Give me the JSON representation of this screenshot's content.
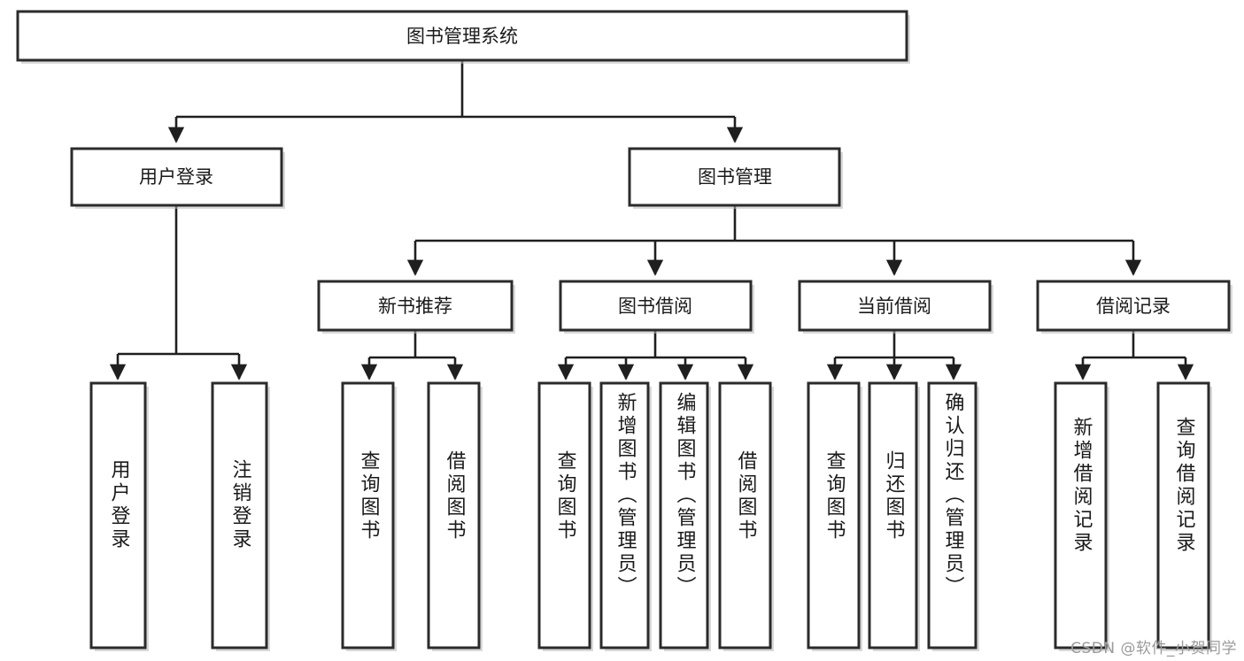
{
  "diagram": {
    "title": "图书管理系统",
    "type": "tree",
    "orientation": "top-down",
    "colors": {
      "box_stroke": "#2b2b2b",
      "box_fill": "#ffffff",
      "connector": "#1f1f1f",
      "watermark": "#9b9b9b"
    },
    "root": {
      "label": "图书管理系统"
    },
    "level2": [
      {
        "label": "用户登录"
      },
      {
        "label": "图书管理"
      }
    ],
    "level3": [
      {
        "label": "新书推荐"
      },
      {
        "label": "图书借阅"
      },
      {
        "label": "当前借阅"
      },
      {
        "label": "借阅记录"
      }
    ],
    "leaves": {
      "user_login": [
        {
          "label": "用户登录"
        },
        {
          "label": "注销登录"
        }
      ],
      "new_book_recommend": [
        {
          "label": "查询图书"
        },
        {
          "label": "借阅图书"
        }
      ],
      "book_borrow": [
        {
          "label": "查询图书"
        },
        {
          "label": "新增图书（管理员）"
        },
        {
          "label": "编辑图书（管理员）"
        },
        {
          "label": "借阅图书"
        }
      ],
      "current_borrow": [
        {
          "label": "查询图书"
        },
        {
          "label": "归还图书"
        },
        {
          "label": "确认归还（管理员）"
        }
      ],
      "borrow_record": [
        {
          "label": "新增借阅记录"
        },
        {
          "label": "查询借阅记录"
        }
      ]
    }
  },
  "watermark": {
    "text": "CSDN @软件_小贺同学"
  }
}
